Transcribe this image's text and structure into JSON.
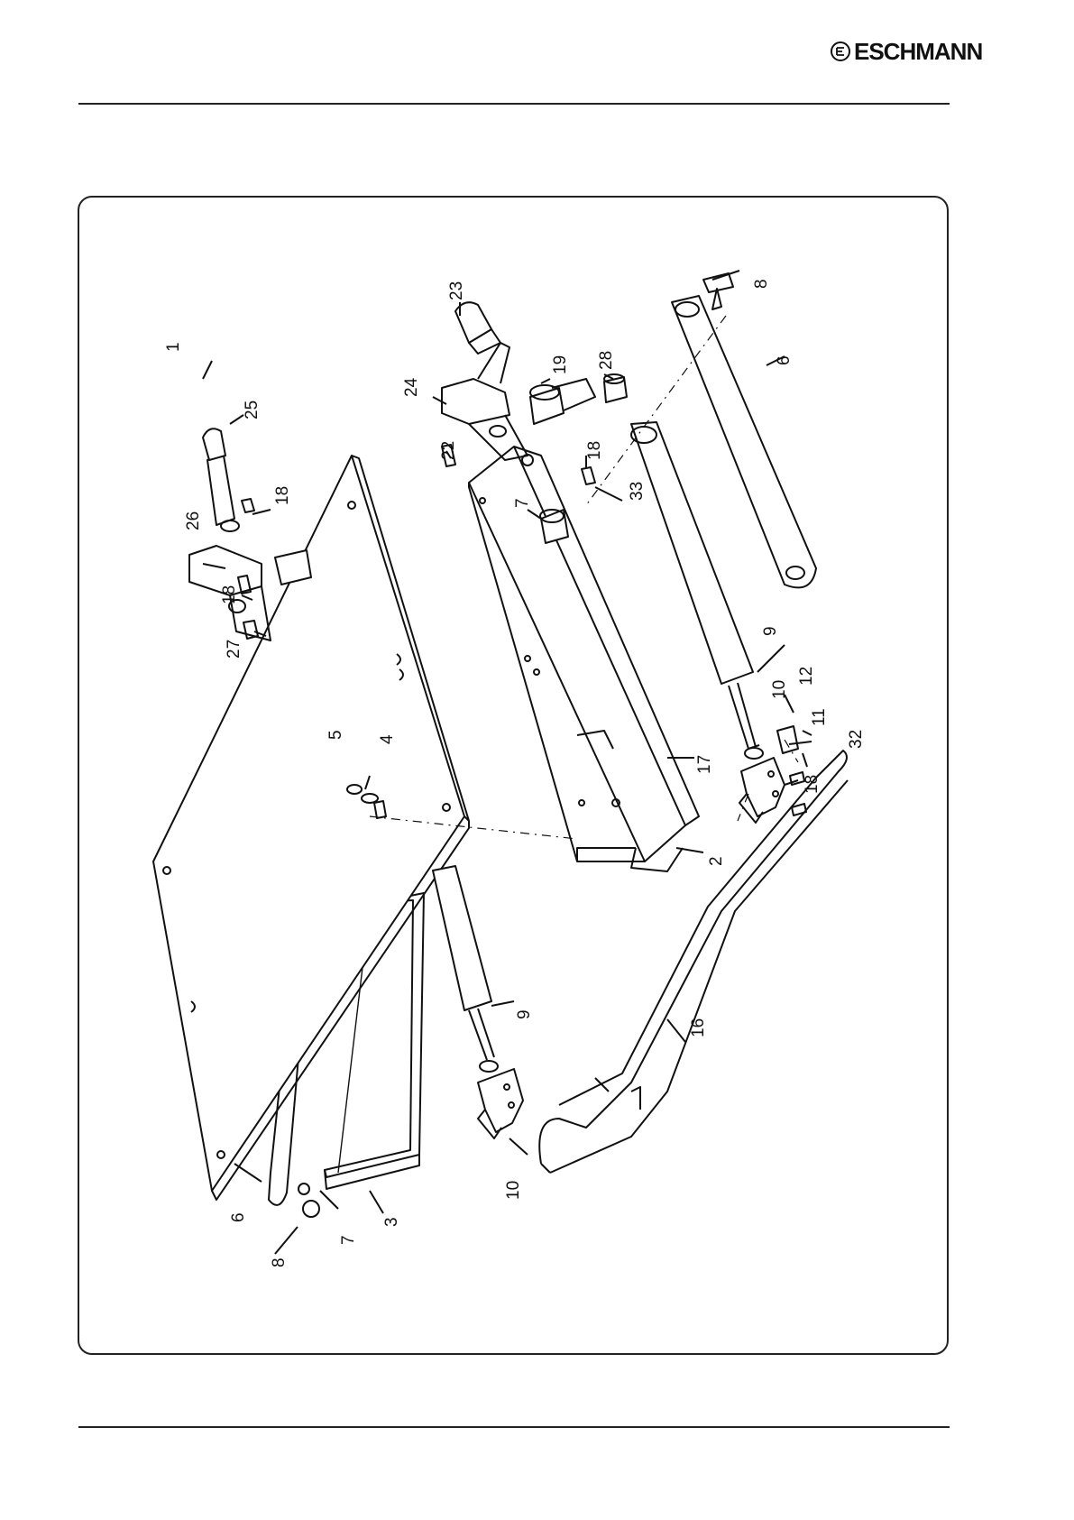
{
  "header": {
    "brand": "ESCHMANN",
    "brand_icon": "eschmann-logo-icon"
  },
  "labels": [
    "1",
    "2",
    "3",
    "4",
    "5",
    "6",
    "7",
    "8",
    "9",
    "10",
    "11",
    "12",
    "16",
    "17",
    "18",
    "19",
    "22",
    "23",
    "24",
    "25",
    "26",
    "27",
    "28",
    "32",
    "33",
    "6",
    "7",
    "8",
    "9",
    "10",
    "18",
    "18",
    "18",
    "18"
  ]
}
